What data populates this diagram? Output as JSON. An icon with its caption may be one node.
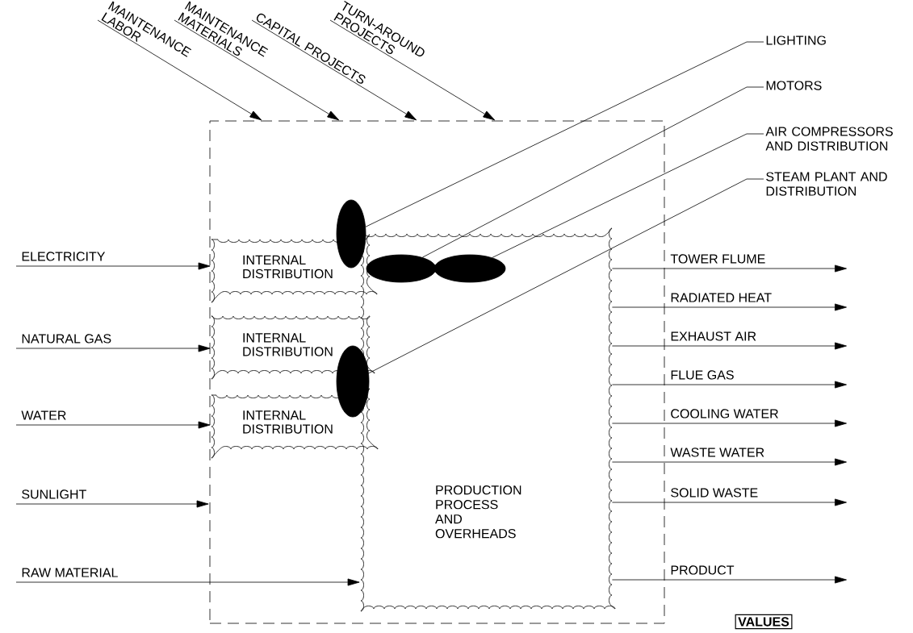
{
  "diagram": {
    "nodes": [
      {
        "text": [],
        "shape": "box"
      },
      {
        "text": [
          "INTERNAL DISTRIBUTION"
        ],
        "in": 0
      },
      {
        "text": [
          "INTERNAL DISTRIBUTION"
        ],
        "in": 0
      },
      {
        "text": [
          "INTERNAL DISTRIBUTION"
        ],
        "in": 0
      },
      {
        "text": [
          "PRODUCTION PROCESS AND OVERHEADS"
        ],
        "in": 0
      },
      {
        "text": [],
        "shape": "ellipse",
        "in": 0
      },
      {
        "text": [],
        "shape": "ellipse",
        "in": 0
      },
      {
        "text": [],
        "shape": "ellipse",
        "in": 4
      },
      {
        "text": [],
        "shape": "ellipse",
        "in": 4
      },
      {
        "text": [
          "LIGHTING"
        ]
      },
      {
        "text": [
          "MOTORS"
        ]
      },
      {
        "text": [
          "AIR COMPRESSORS AND DISTRIBUTION"
        ]
      },
      {
        "text": [
          "STEAM PLANT AND DISTRIBUTION"
        ]
      },
      {
        "text": [
          "VALUES"
        ]
      }
    ],
    "edges": [
      {
        "from": null,
        "to": 1,
        "arrow": "to",
        "label": "ELECTRICITY"
      },
      {
        "from": null,
        "to": 2,
        "arrow": "to",
        "label": "NATURAL GAS"
      },
      {
        "from": null,
        "to": 3,
        "arrow": "to",
        "label": "WATER"
      },
      {
        "from": null,
        "to": 0,
        "arrow": "to",
        "label": "SUNLIGHT"
      },
      {
        "from": null,
        "to": 4,
        "arrow": "to",
        "label": "RAW MATERIAL"
      },
      {
        "from": null,
        "to": 0,
        "arrow": "to",
        "label": "MAINTENANCE LABOR"
      },
      {
        "from": null,
        "to": 0,
        "arrow": "to",
        "label": "MAINTENANCE MATERIALS"
      },
      {
        "from": null,
        "to": 0,
        "arrow": "to",
        "label": "CAPITAL PROJECTS"
      },
      {
        "from": null,
        "to": 0,
        "arrow": "to",
        "label": "TURN-AROUND PROJECTS"
      },
      {
        "from": 4,
        "to": null,
        "arrow": "to",
        "label": "TOWER FLUME"
      },
      {
        "from": 4,
        "to": null,
        "arrow": "to",
        "label": "RADIATED HEAT"
      },
      {
        "from": 4,
        "to": null,
        "arrow": "to",
        "label": "EXHAUST AIR"
      },
      {
        "from": 4,
        "to": null,
        "arrow": "to",
        "label": "FLUE GAS"
      },
      {
        "from": 4,
        "to": null,
        "arrow": "to",
        "label": "COOLING WATER"
      },
      {
        "from": 4,
        "to": null,
        "arrow": "to",
        "label": "WASTE WATER"
      },
      {
        "from": 4,
        "to": null,
        "arrow": "to",
        "label": "SOLID WASTE"
      },
      {
        "from": 4,
        "to": null,
        "arrow": "to",
        "label": "PRODUCT"
      },
      {
        "from": 9,
        "to": 5,
        "arrow": "none"
      },
      {
        "from": 10,
        "to": 7,
        "arrow": "none"
      },
      {
        "from": 11,
        "to": 8,
        "arrow": "none"
      },
      {
        "from": 12,
        "to": 6,
        "arrow": "none"
      }
    ]
  }
}
